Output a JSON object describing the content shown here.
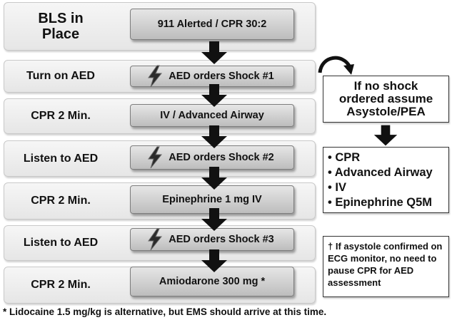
{
  "stages": [
    {
      "label_line1": "BLS in",
      "label_line2": "Place",
      "step": "911 Alerted / CPR 30:2",
      "shock": false
    },
    {
      "label": "Turn on AED",
      "step": "AED orders Shock #1",
      "shock": true
    },
    {
      "label": "CPR 2 Min.",
      "step": "IV / Advanced Airway",
      "shock": false
    },
    {
      "label": "Listen to AED",
      "step": "AED orders Shock #2",
      "shock": true
    },
    {
      "label": "CPR 2 Min.",
      "step": "Epinephrine 1 mg IV",
      "shock": false
    },
    {
      "label": "Listen to AED",
      "step": "AED orders Shock #3",
      "shock": true
    },
    {
      "label": "CPR 2 Min.",
      "step": "Amiodarone 300 mg *",
      "shock": false
    }
  ],
  "no_shock_box": {
    "lines": [
      "If no shock",
      "ordered assume",
      "Asystole/PEA"
    ]
  },
  "asystole_list": [
    "• CPR",
    "• Advanced Airway",
    "• IV",
    "• Epinephrine Q5M"
  ],
  "asystole_note": "† If asystole confirmed on ECG monitor, no need to pause CPR for AED assessment",
  "footnote": "* Lidocaine 1.5 mg/kg is alternative, but EMS should arrive at this time.",
  "icons": {
    "shock": "lightning-bolt-icon",
    "flow": "down-arrow-icon",
    "branch": "curved-arrow-icon"
  }
}
